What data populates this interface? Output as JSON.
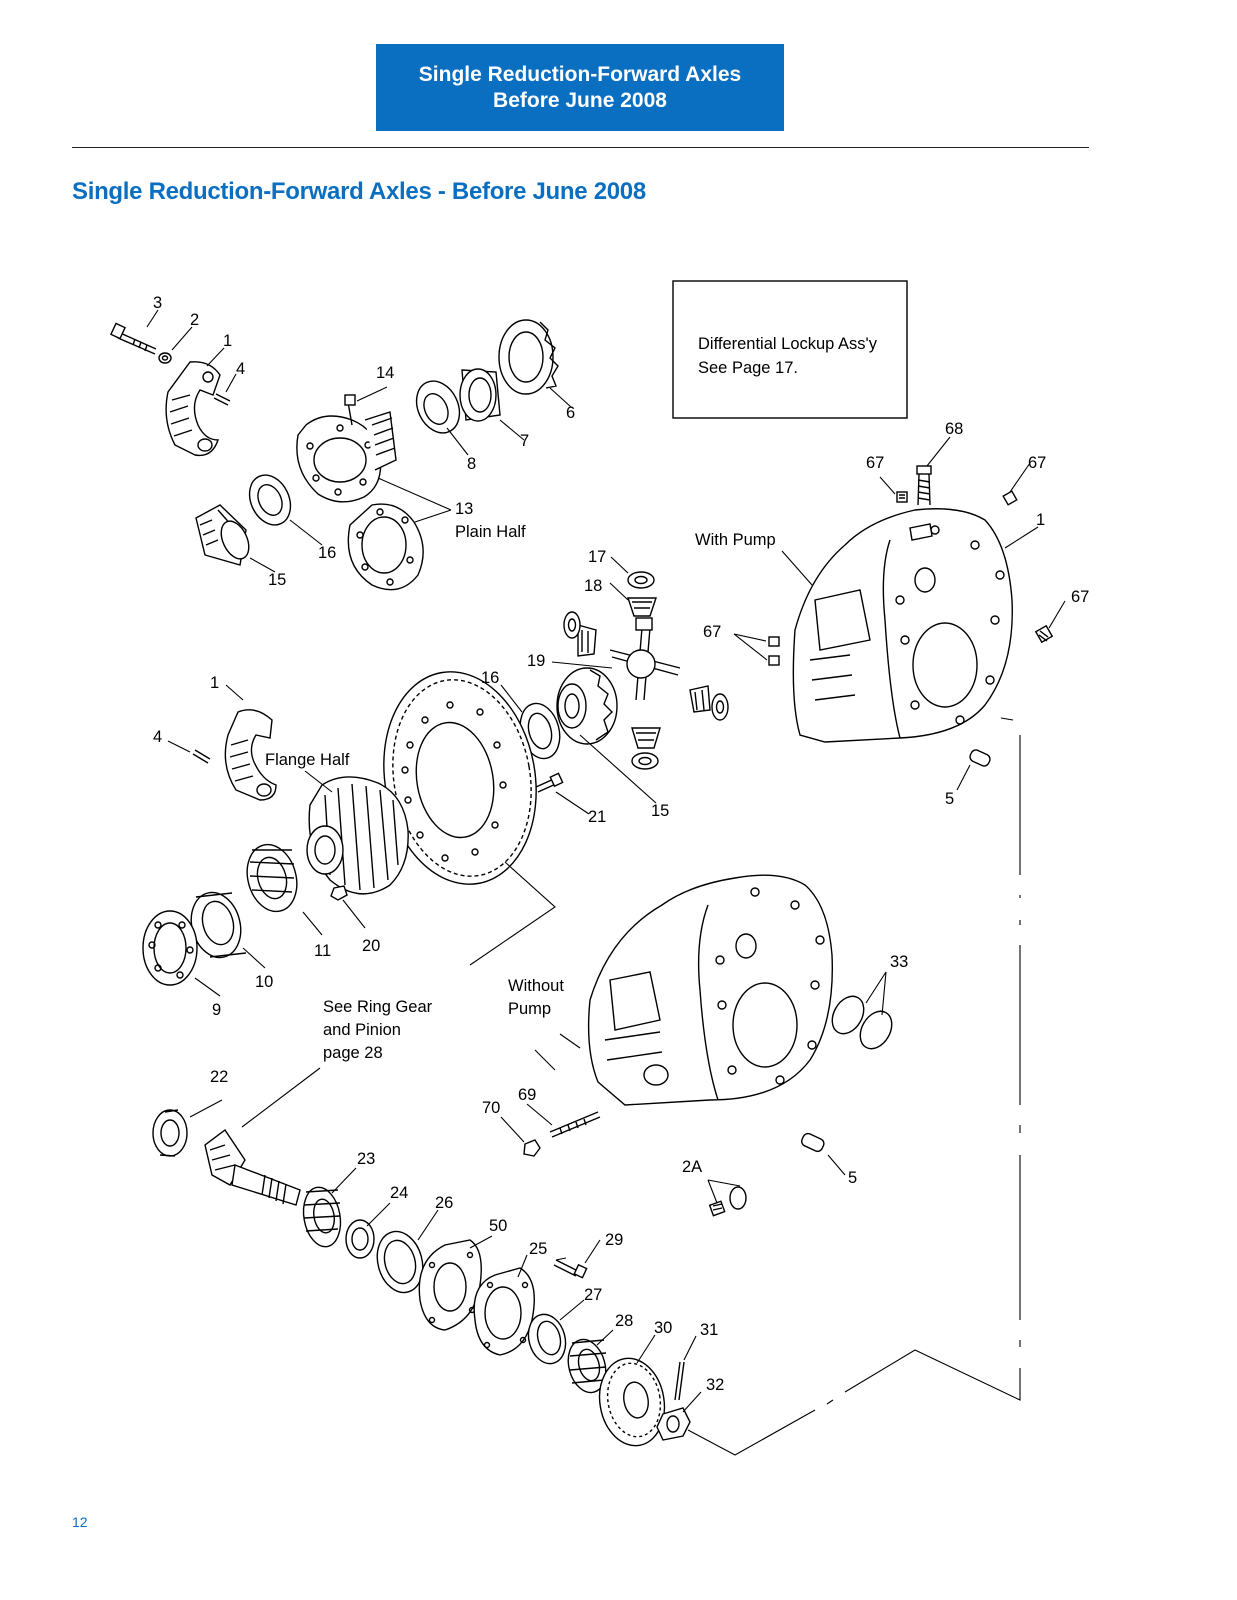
{
  "header": {
    "line1": "Single Reduction-Forward Axles",
    "line2": "Before June 2008"
  },
  "page_title": "Single Reduction-Forward Axles - Before June 2008",
  "page_number": "12",
  "notes": {
    "lockup_line1": "Differential Lockup Ass'y",
    "lockup_line2": "See Page 17.",
    "plain_half": "Plain Half",
    "flange_half": "Flange Half",
    "with_pump": "With Pump",
    "without_line1": "Without",
    "without_line2": "Pump",
    "ring_line1": "See Ring Gear",
    "ring_line2": "and Pinion",
    "ring_line3": "page 28"
  },
  "callouts": {
    "c3": "3",
    "c2": "2",
    "c1a": "1",
    "c4a": "4",
    "c14": "14",
    "c6": "6",
    "c7": "7",
    "c8": "8",
    "c13": "13",
    "c16a": "16",
    "c15a": "15",
    "c17": "17",
    "c18": "18",
    "c19": "19",
    "c16b": "16",
    "c15b": "15",
    "c21": "21",
    "c67a": "67",
    "c67b": "67",
    "c68": "68",
    "c1c": "1",
    "c67c": "67",
    "c67d": "67",
    "c5a": "5",
    "c1b": "1",
    "c4b": "4",
    "c11": "11",
    "c20": "20",
    "c10": "10",
    "c9": "9",
    "c33": "33",
    "c70": "70",
    "c69": "69",
    "c2A": "2A",
    "c5b": "5",
    "c22": "22",
    "c23": "23",
    "c24": "24",
    "c26": "26",
    "c50": "50",
    "c25": "25",
    "c29": "29",
    "c27": "27",
    "c28": "28",
    "c30": "30",
    "c31": "31",
    "c32": "32"
  }
}
